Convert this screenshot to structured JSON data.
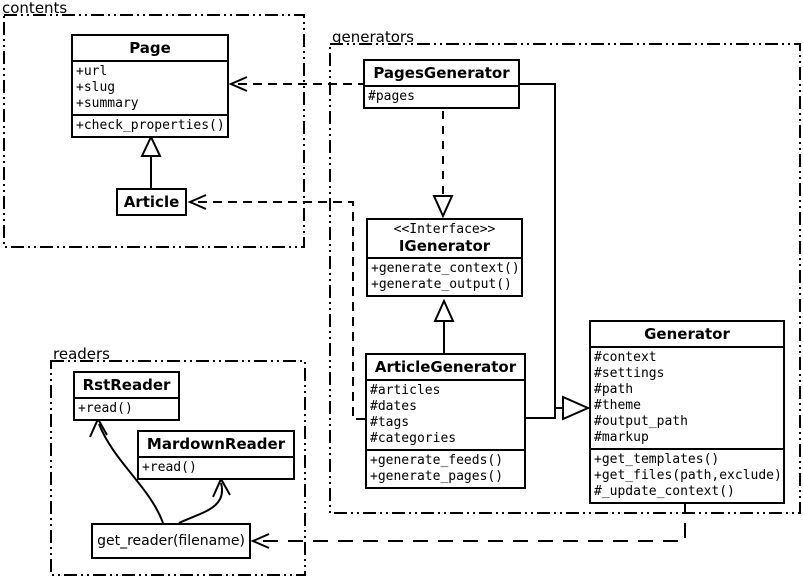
{
  "diagram": {
    "colors": {
      "line": "#000000",
      "background": "#ffffff",
      "box_fill": "#ffffff"
    },
    "packages": [
      {
        "label": "contents"
      },
      {
        "label": "generators"
      },
      {
        "label": "readers"
      }
    ],
    "classes": {
      "page": {
        "title": "Page",
        "attributes": [
          "+url",
          "+slug",
          "+summary"
        ],
        "methods": [
          "+check_properties()"
        ]
      },
      "article": {
        "title": "Article"
      },
      "pages_generator": {
        "title": "PagesGenerator",
        "attributes": [
          "#pages"
        ]
      },
      "igenerator": {
        "stereotype": "<<Interface>>",
        "title": "IGenerator",
        "methods": [
          "+generate_context()",
          "+generate_output()"
        ]
      },
      "article_generator": {
        "title": "ArticleGenerator",
        "attributes": [
          "#articles",
          "#dates",
          "#tags",
          "#categories"
        ],
        "methods": [
          "+generate_feeds()",
          "+generate_pages()"
        ]
      },
      "generator": {
        "title": "Generator",
        "attributes": [
          "#context",
          "#settings",
          "#path",
          "#theme",
          "#output_path",
          "#markup"
        ],
        "methods": [
          "+get_templates()",
          "+get_files(path,exclude)",
          "#_update_context()"
        ]
      },
      "rst_reader": {
        "title": "RstReader",
        "methods": [
          "+read()"
        ]
      },
      "mardown_reader": {
        "title": "MardownReader",
        "methods": [
          "+read()"
        ]
      },
      "get_reader": {
        "title": "get_reader(filename)"
      }
    },
    "relationships": [
      {
        "from": "Article",
        "to": "Page",
        "type": "generalization"
      },
      {
        "from": "PagesGenerator",
        "to": "Page",
        "type": "dependency"
      },
      {
        "from": "ArticleGenerator",
        "to": "Article",
        "type": "dependency"
      },
      {
        "from": "PagesGenerator",
        "to": "IGenerator",
        "type": "realization"
      },
      {
        "from": "ArticleGenerator",
        "to": "IGenerator",
        "type": "generalization"
      },
      {
        "from": "PagesGenerator",
        "to": "Generator",
        "type": "generalization"
      },
      {
        "from": "ArticleGenerator",
        "to": "Generator",
        "type": "generalization"
      },
      {
        "from": "Generator",
        "to": "get_reader(filename)",
        "type": "dependency"
      },
      {
        "from": "get_reader(filename)",
        "to": "RstReader",
        "type": "arrow"
      },
      {
        "from": "get_reader(filename)",
        "to": "MardownReader",
        "type": "arrow"
      }
    ]
  }
}
